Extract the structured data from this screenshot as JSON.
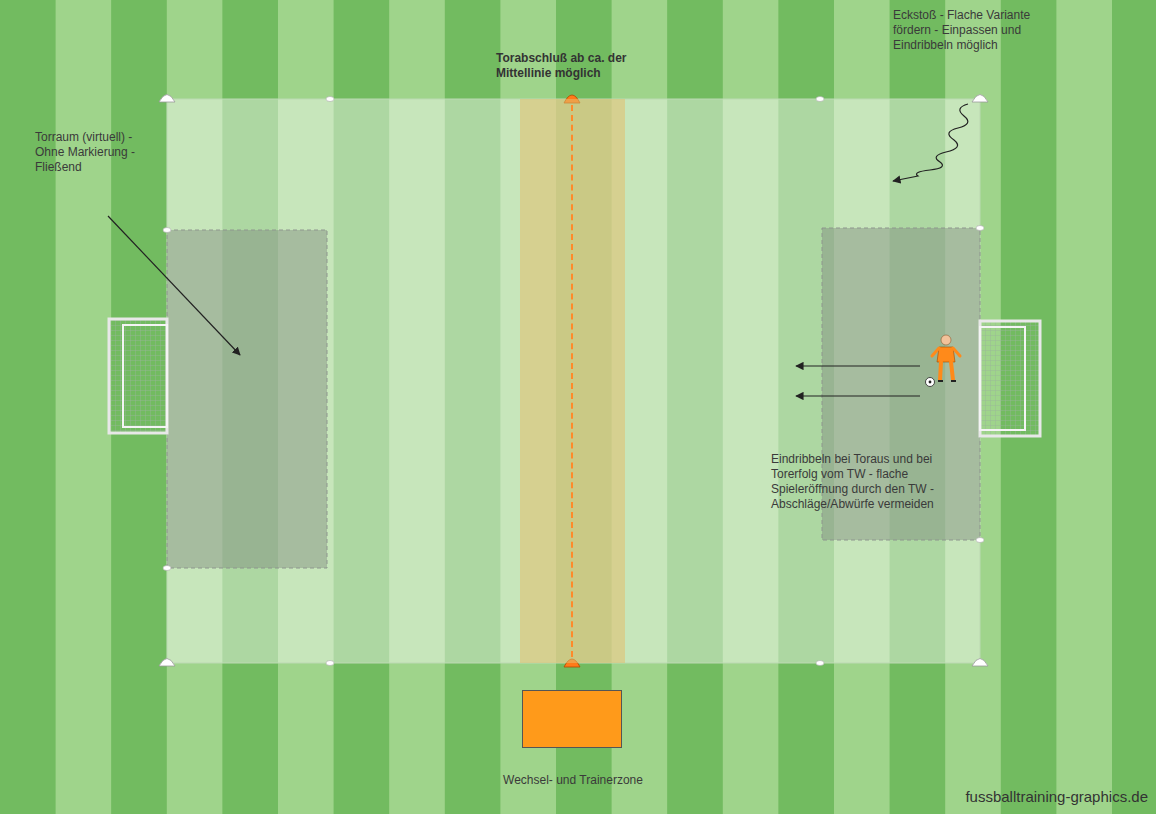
{
  "diagram": {
    "nodes": [
      {
        "text": [
          "Torabschluß ab ca. der Mittellinie möglich"
        ]
      },
      {
        "text": [
          "Wechsel- und Trainerzone"
        ]
      }
    ],
    "labels": [
      "Eckstoß - Flache Variante fördern - Einpassen und Eindribbeln möglich",
      "Torraum (virtuell) - Ohne Markierung - Fließend",
      "Eindribbeln bei Toraus und bei Torerfolg vom TW - flache Spieleröffnung durch den TW - Abschläge/Abwürfe vermeiden",
      "fussballtraining-graphics.de"
    ]
  }
}
